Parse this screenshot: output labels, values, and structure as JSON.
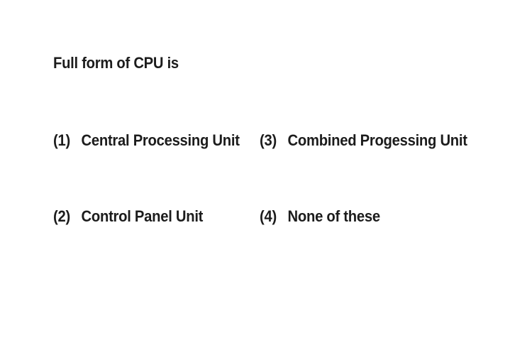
{
  "question": {
    "text": "Full form of CPU is"
  },
  "options": [
    {
      "number": "(1)",
      "text": "Central Processing Unit"
    },
    {
      "number": "(2)",
      "text": "Control Panel Unit"
    },
    {
      "number": "(3)",
      "text": "Combined Progessing Unit"
    },
    {
      "number": "(4)",
      "text": "None of these"
    }
  ]
}
